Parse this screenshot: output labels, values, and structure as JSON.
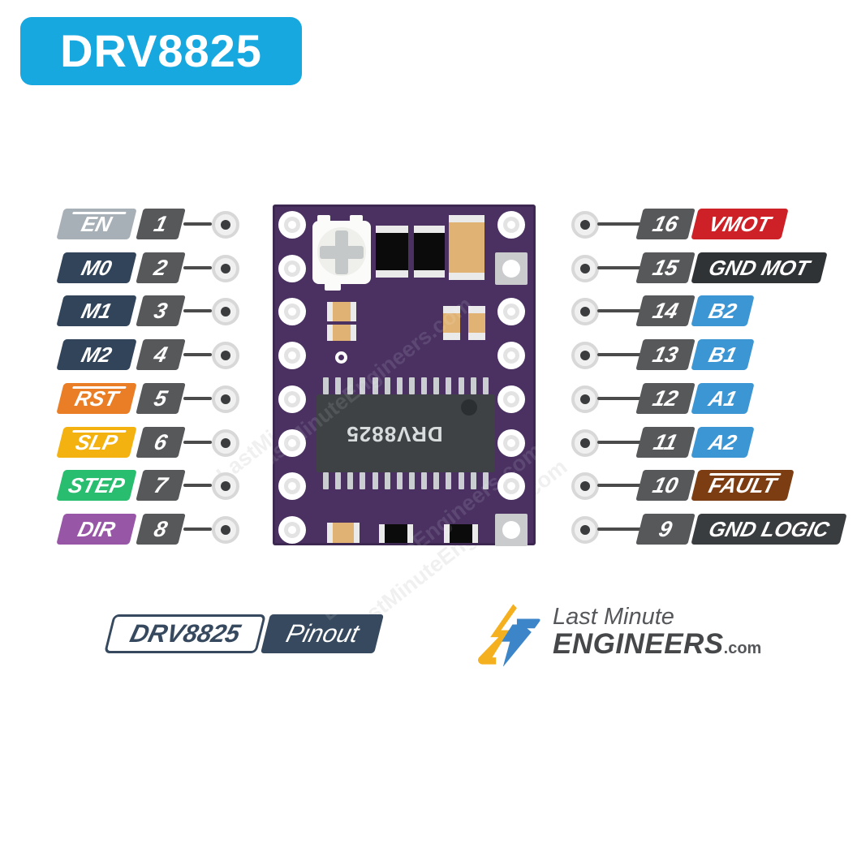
{
  "header": {
    "title": "DRV8825",
    "bg": "#18A8E0",
    "text_color": "#ffffff"
  },
  "left_pins": [
    {
      "number": "1",
      "label": "EN",
      "color": "#A7B0B7",
      "overline": true
    },
    {
      "number": "2",
      "label": "M0",
      "color": "#314459",
      "overline": false
    },
    {
      "number": "3",
      "label": "M1",
      "color": "#314459",
      "overline": false
    },
    {
      "number": "4",
      "label": "M2",
      "color": "#314459",
      "overline": false
    },
    {
      "number": "5",
      "label": "RST",
      "color": "#E97E26",
      "overline": true
    },
    {
      "number": "6",
      "label": "SLP",
      "color": "#F4B211",
      "overline": true
    },
    {
      "number": "7",
      "label": "STEP",
      "color": "#28BD6F",
      "overline": false
    },
    {
      "number": "8",
      "label": "DIR",
      "color": "#9857A6",
      "overline": false
    }
  ],
  "right_pins": [
    {
      "number": "16",
      "label": "VMOT",
      "color": "#CE2127",
      "overline": false
    },
    {
      "number": "15",
      "label": "GND MOT",
      "color": "#303335",
      "overline": false
    },
    {
      "number": "14",
      "label": "B2",
      "color": "#3D96D4",
      "overline": false
    },
    {
      "number": "13",
      "label": "B1",
      "color": "#3D96D4",
      "overline": false
    },
    {
      "number": "12",
      "label": "A1",
      "color": "#3D96D4",
      "overline": false
    },
    {
      "number": "11",
      "label": "A2",
      "color": "#3D96D4",
      "overline": false
    },
    {
      "number": "10",
      "label": "FAULT",
      "color": "#7C3D12",
      "overline": true
    },
    {
      "number": "9",
      "label": "GND LOGIC",
      "color": "#3A3D3F",
      "overline": false
    }
  ],
  "board": {
    "chip_label": "DRV8825",
    "pcb_color": "#4A3162",
    "pin_number_color": "#57585A",
    "watermark": "LastMinuteEngineers.com"
  },
  "footer": {
    "badge_left": "DRV8825",
    "badge_right": "Pinout",
    "badge_color": "#36495E",
    "logo_line1": "Last Minute",
    "logo_line2": "ENGINEERS",
    "logo_suffix": ".com",
    "bolt_yellow": "#F5B01F",
    "bolt_blue": "#3C85C8"
  }
}
